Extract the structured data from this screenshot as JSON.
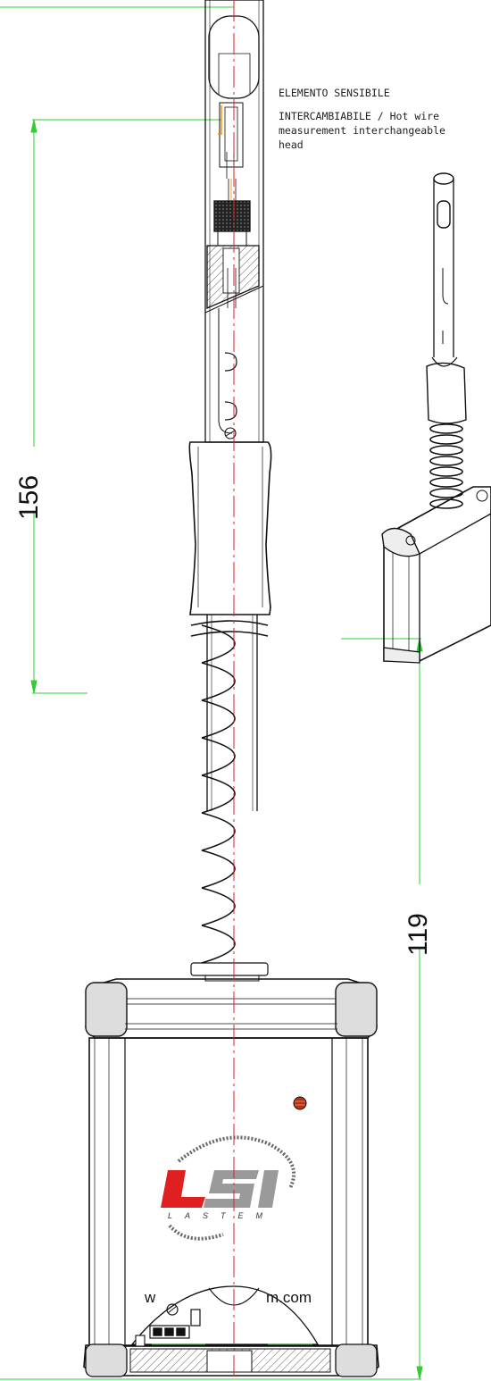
{
  "annotation": {
    "line1": "ELEMENTO  SENSIBILE",
    "line2": "INTERCAMBIABILE  /  Hot  wire",
    "line3": "measurement  interchangeable",
    "line4": "head"
  },
  "dimensions": {
    "probe_length": "156",
    "body_height": "119"
  },
  "device": {
    "url_left": "w",
    "url_right": "m.com",
    "logo_text": "LSI",
    "logo_subtext": "LASTEM"
  },
  "colors": {
    "dimension_line": "#33cc33",
    "centerline": "#dd2222",
    "outline": "#111111",
    "logo_red": "#e02020",
    "logo_gray": "#9a9a9a",
    "sensor_orange": "#ff8800"
  }
}
